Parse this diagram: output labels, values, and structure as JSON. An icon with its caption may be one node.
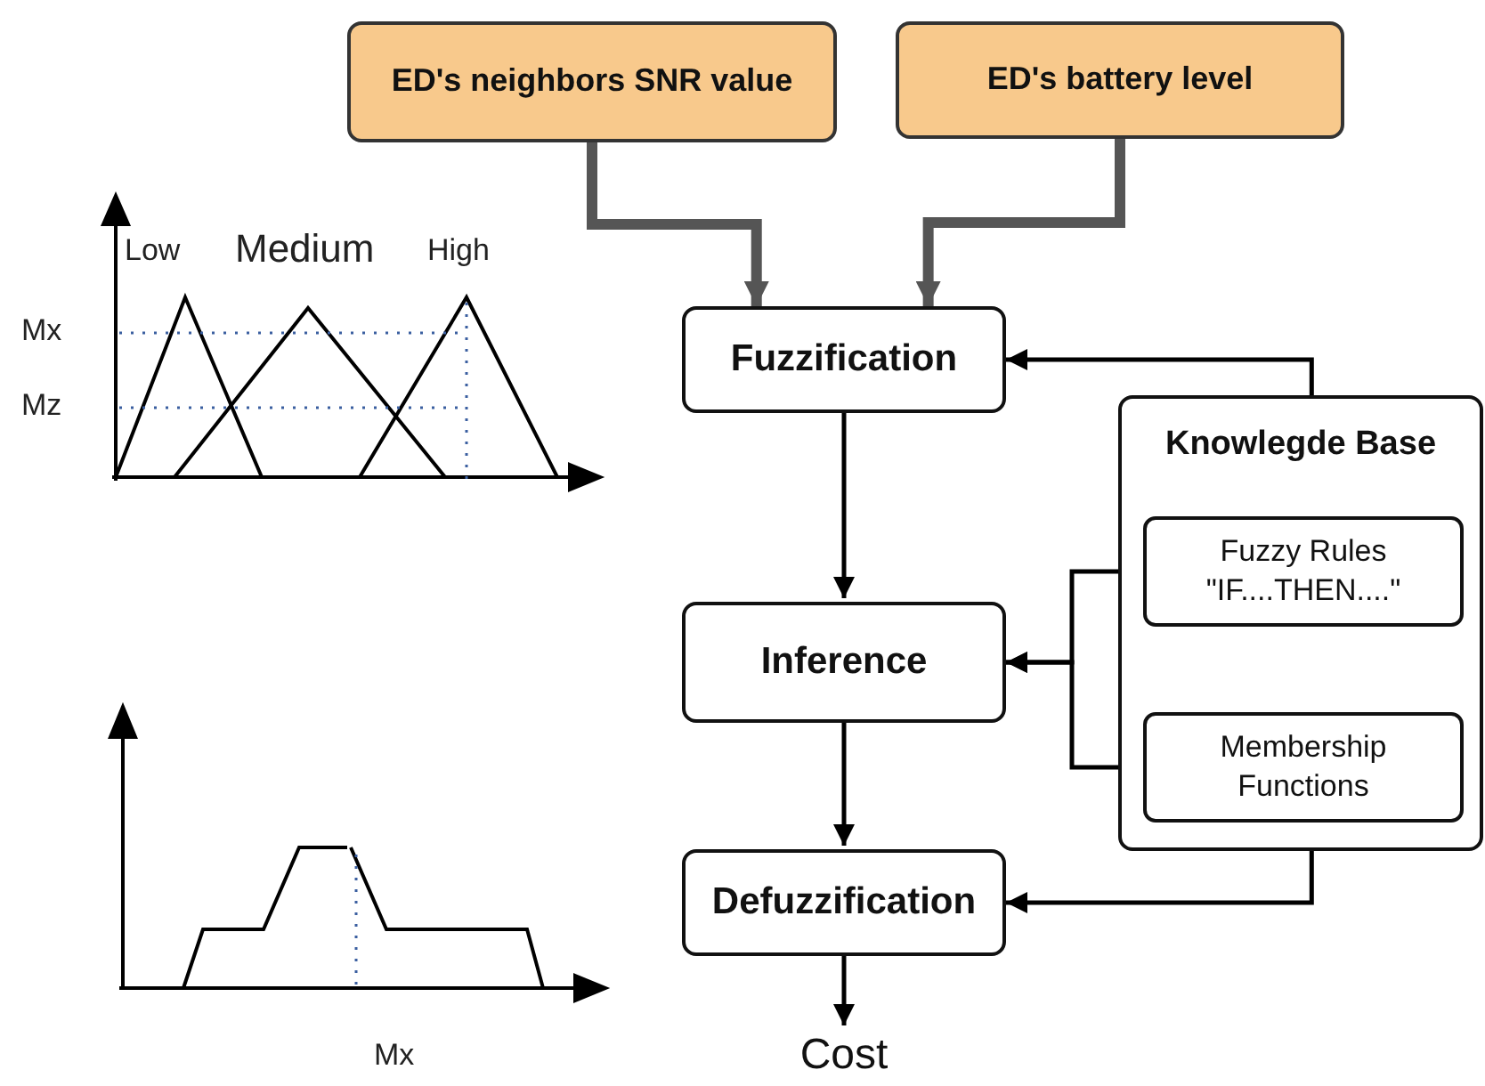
{
  "diagram": {
    "nodes": [
      {
        "text": [
          "ED's neighbors SNR value"
        ]
      },
      {
        "text": [
          "ED's battery level"
        ]
      },
      {
        "text": [
          "Fuzzification"
        ]
      },
      {
        "text": [
          "Knowlegde Base"
        ]
      },
      {
        "text": [
          "Fuzzy Rules \"IF....THEN....\""
        ],
        "in": 3
      },
      {
        "text": [
          "Membership Functions"
        ],
        "in": 3
      },
      {
        "text": [
          "Inference"
        ]
      },
      {
        "text": [
          "Defuzzification"
        ]
      },
      {
        "text": [
          "Cost"
        ]
      }
    ],
    "edges": [
      {
        "from": 0,
        "to": 2,
        "arrow": "to",
        "style": "thick",
        "color": "#555555"
      },
      {
        "from": 1,
        "to": 2,
        "arrow": "to",
        "style": "thick",
        "color": "#555555"
      },
      {
        "from": 3,
        "to": 2,
        "arrow": "to"
      },
      {
        "from": 2,
        "to": 6,
        "arrow": "to"
      },
      {
        "from": 4,
        "to": 6,
        "arrow": "to"
      },
      {
        "from": 5,
        "to": 6,
        "arrow": "to"
      },
      {
        "from": 6,
        "to": 7,
        "arrow": "to"
      },
      {
        "from": 3,
        "to": 7,
        "arrow": "to"
      },
      {
        "from": 7,
        "to": 8,
        "arrow": "to"
      }
    ],
    "labels": [
      "Low",
      "Medium",
      "High",
      "Mx",
      "Mz",
      "Mx"
    ]
  }
}
